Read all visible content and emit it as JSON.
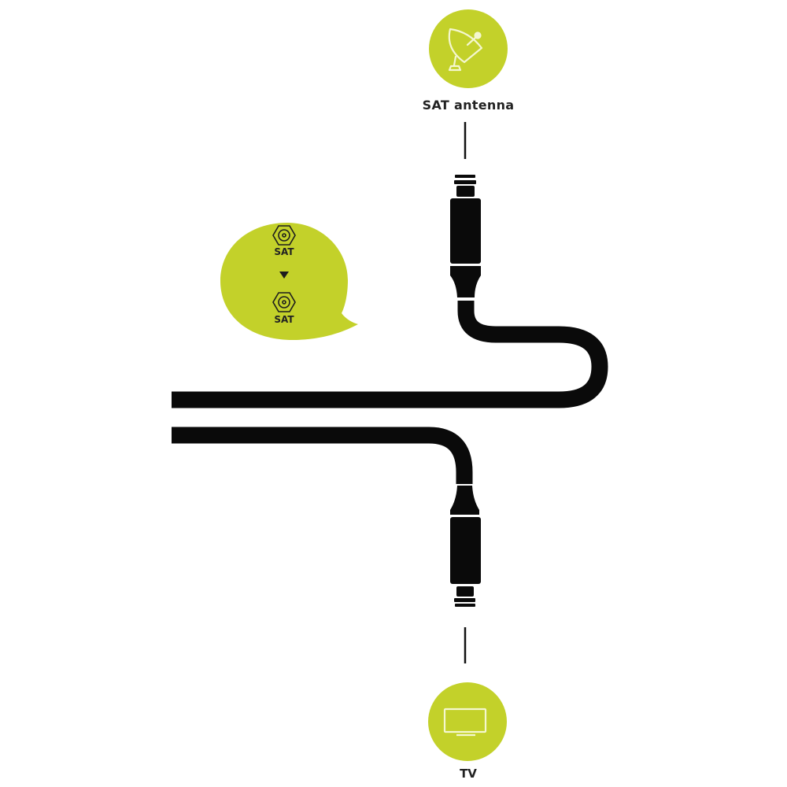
{
  "colors": {
    "accent_green": "#c3d12a",
    "cable": "#0a0a0a",
    "background": "#ffffff",
    "icon_stroke": "#f4f7cf",
    "text": "#222222"
  },
  "nodes": {
    "top": {
      "label": "SAT antenna",
      "icon": "satellite-dish-icon"
    },
    "bottom": {
      "label": "TV",
      "icon": "tv-icon"
    }
  },
  "bubble": {
    "from_label": "SAT",
    "arrow": "▼",
    "to_label": "SAT",
    "from_icon": "coax-connector-icon",
    "to_icon": "coax-connector-icon"
  }
}
